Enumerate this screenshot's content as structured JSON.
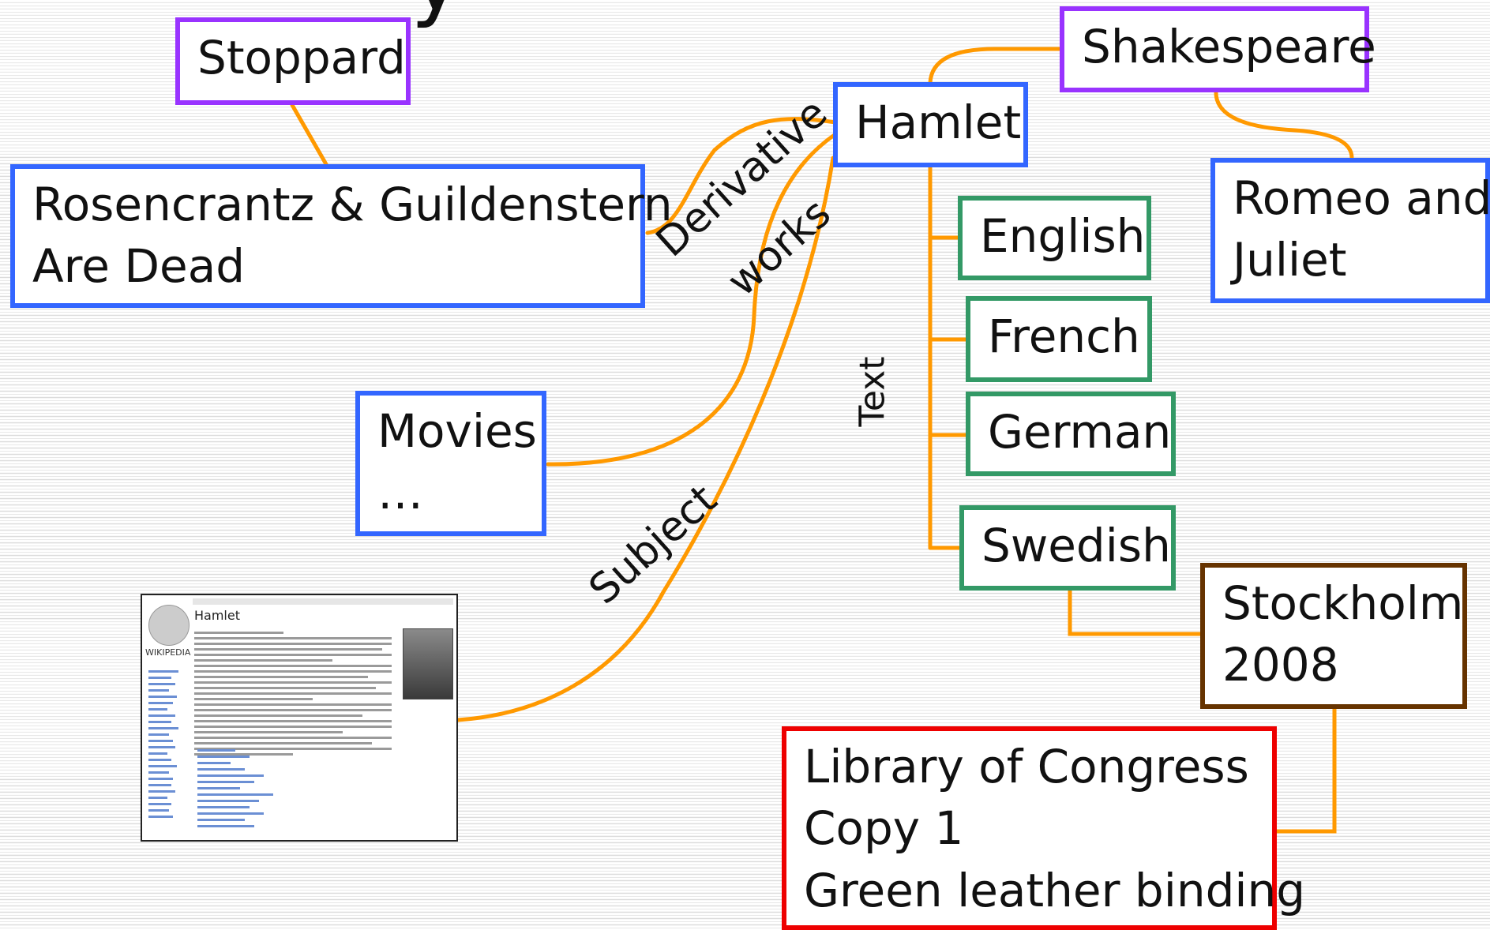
{
  "title_fragment": "y",
  "nodes": {
    "stoppard": "Stoppard",
    "shakespeare": "Shakespeare",
    "hamlet": "Hamlet",
    "rosencrantz": [
      "Rosencrantz & Guildenstern",
      "Are Dead"
    ],
    "romeo": [
      "Romeo and",
      "Juliet"
    ],
    "english": "English",
    "french": "French",
    "german": "German",
    "swedish": "Swedish",
    "movies": [
      "Movies",
      "…"
    ],
    "stockholm": [
      "Stockholm",
      "2008"
    ],
    "library": [
      "Library of Congress",
      "Copy 1",
      "Green leather binding"
    ]
  },
  "edge_labels": {
    "derivative": "Derivative",
    "works": "works",
    "text": "Text",
    "subject": "Subject"
  },
  "thumbnail": {
    "page_title": "Hamlet",
    "logo_text": "WIKIPEDIA"
  },
  "colors": {
    "work": "#3366ff",
    "person": "#9933ff",
    "expression": "#339966",
    "manifestation": "#663300",
    "item": "#ee0000",
    "link": "#ff9900"
  }
}
